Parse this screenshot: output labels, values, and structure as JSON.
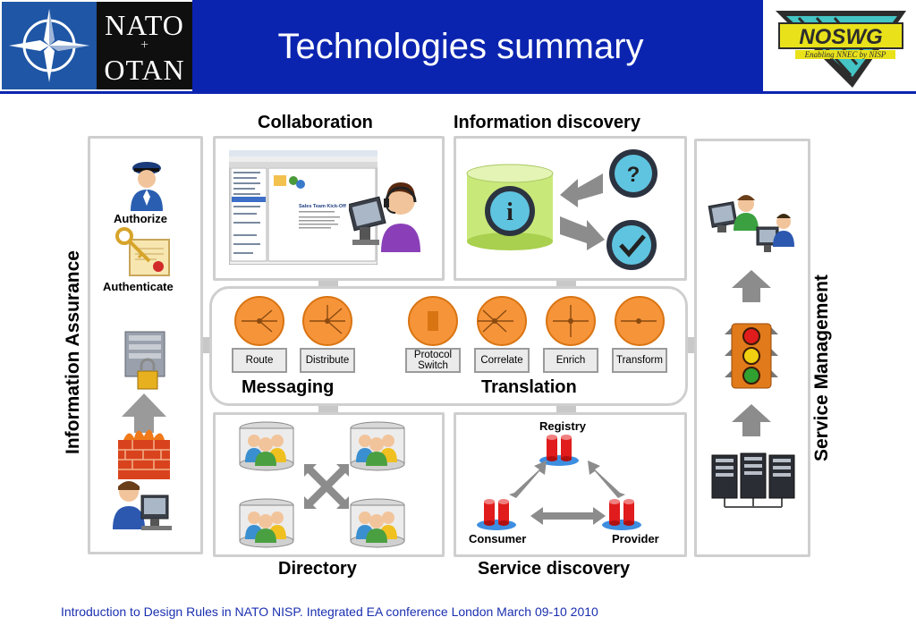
{
  "header": {
    "nato_line1": "NATO",
    "nato_plus": "+",
    "nato_line2": "OTAN",
    "title": "Technologies summary",
    "noswg_logo": "NOSWG",
    "noswg_tagline": "Enabling NNEC by NISP"
  },
  "sections": {
    "collaboration": "Collaboration",
    "information_discovery": "Information discovery",
    "messaging": "Messaging",
    "translation": "Translation",
    "directory": "Directory",
    "service_discovery": "Service discovery",
    "information_assurance": "Information Assurance",
    "service_management": "Service Management"
  },
  "assurance": {
    "authorize": "Authorize",
    "authenticate": "Authenticate"
  },
  "messaging_nodes": [
    {
      "label": "Route"
    },
    {
      "label": "Distribute"
    },
    {
      "label": "Protocol Switch"
    },
    {
      "label": "Correlate"
    },
    {
      "label": "Enrich"
    },
    {
      "label": "Transform"
    }
  ],
  "service_discovery": {
    "registry": "Registry",
    "consumer": "Consumer",
    "provider": "Provider"
  },
  "collab_window": {
    "title": "Sales Team Kick-Off"
  },
  "colors": {
    "header_blue": "#0b24b0",
    "nato_blue": "#1f56a5",
    "orange": "#f6943a",
    "panel_border": "#cfcfcf",
    "footer_text": "#1a2fb0"
  },
  "footer": {
    "text": "Introduction to Design Rules in NATO NISP. Integrated EA conference London March 09-10 2010"
  }
}
